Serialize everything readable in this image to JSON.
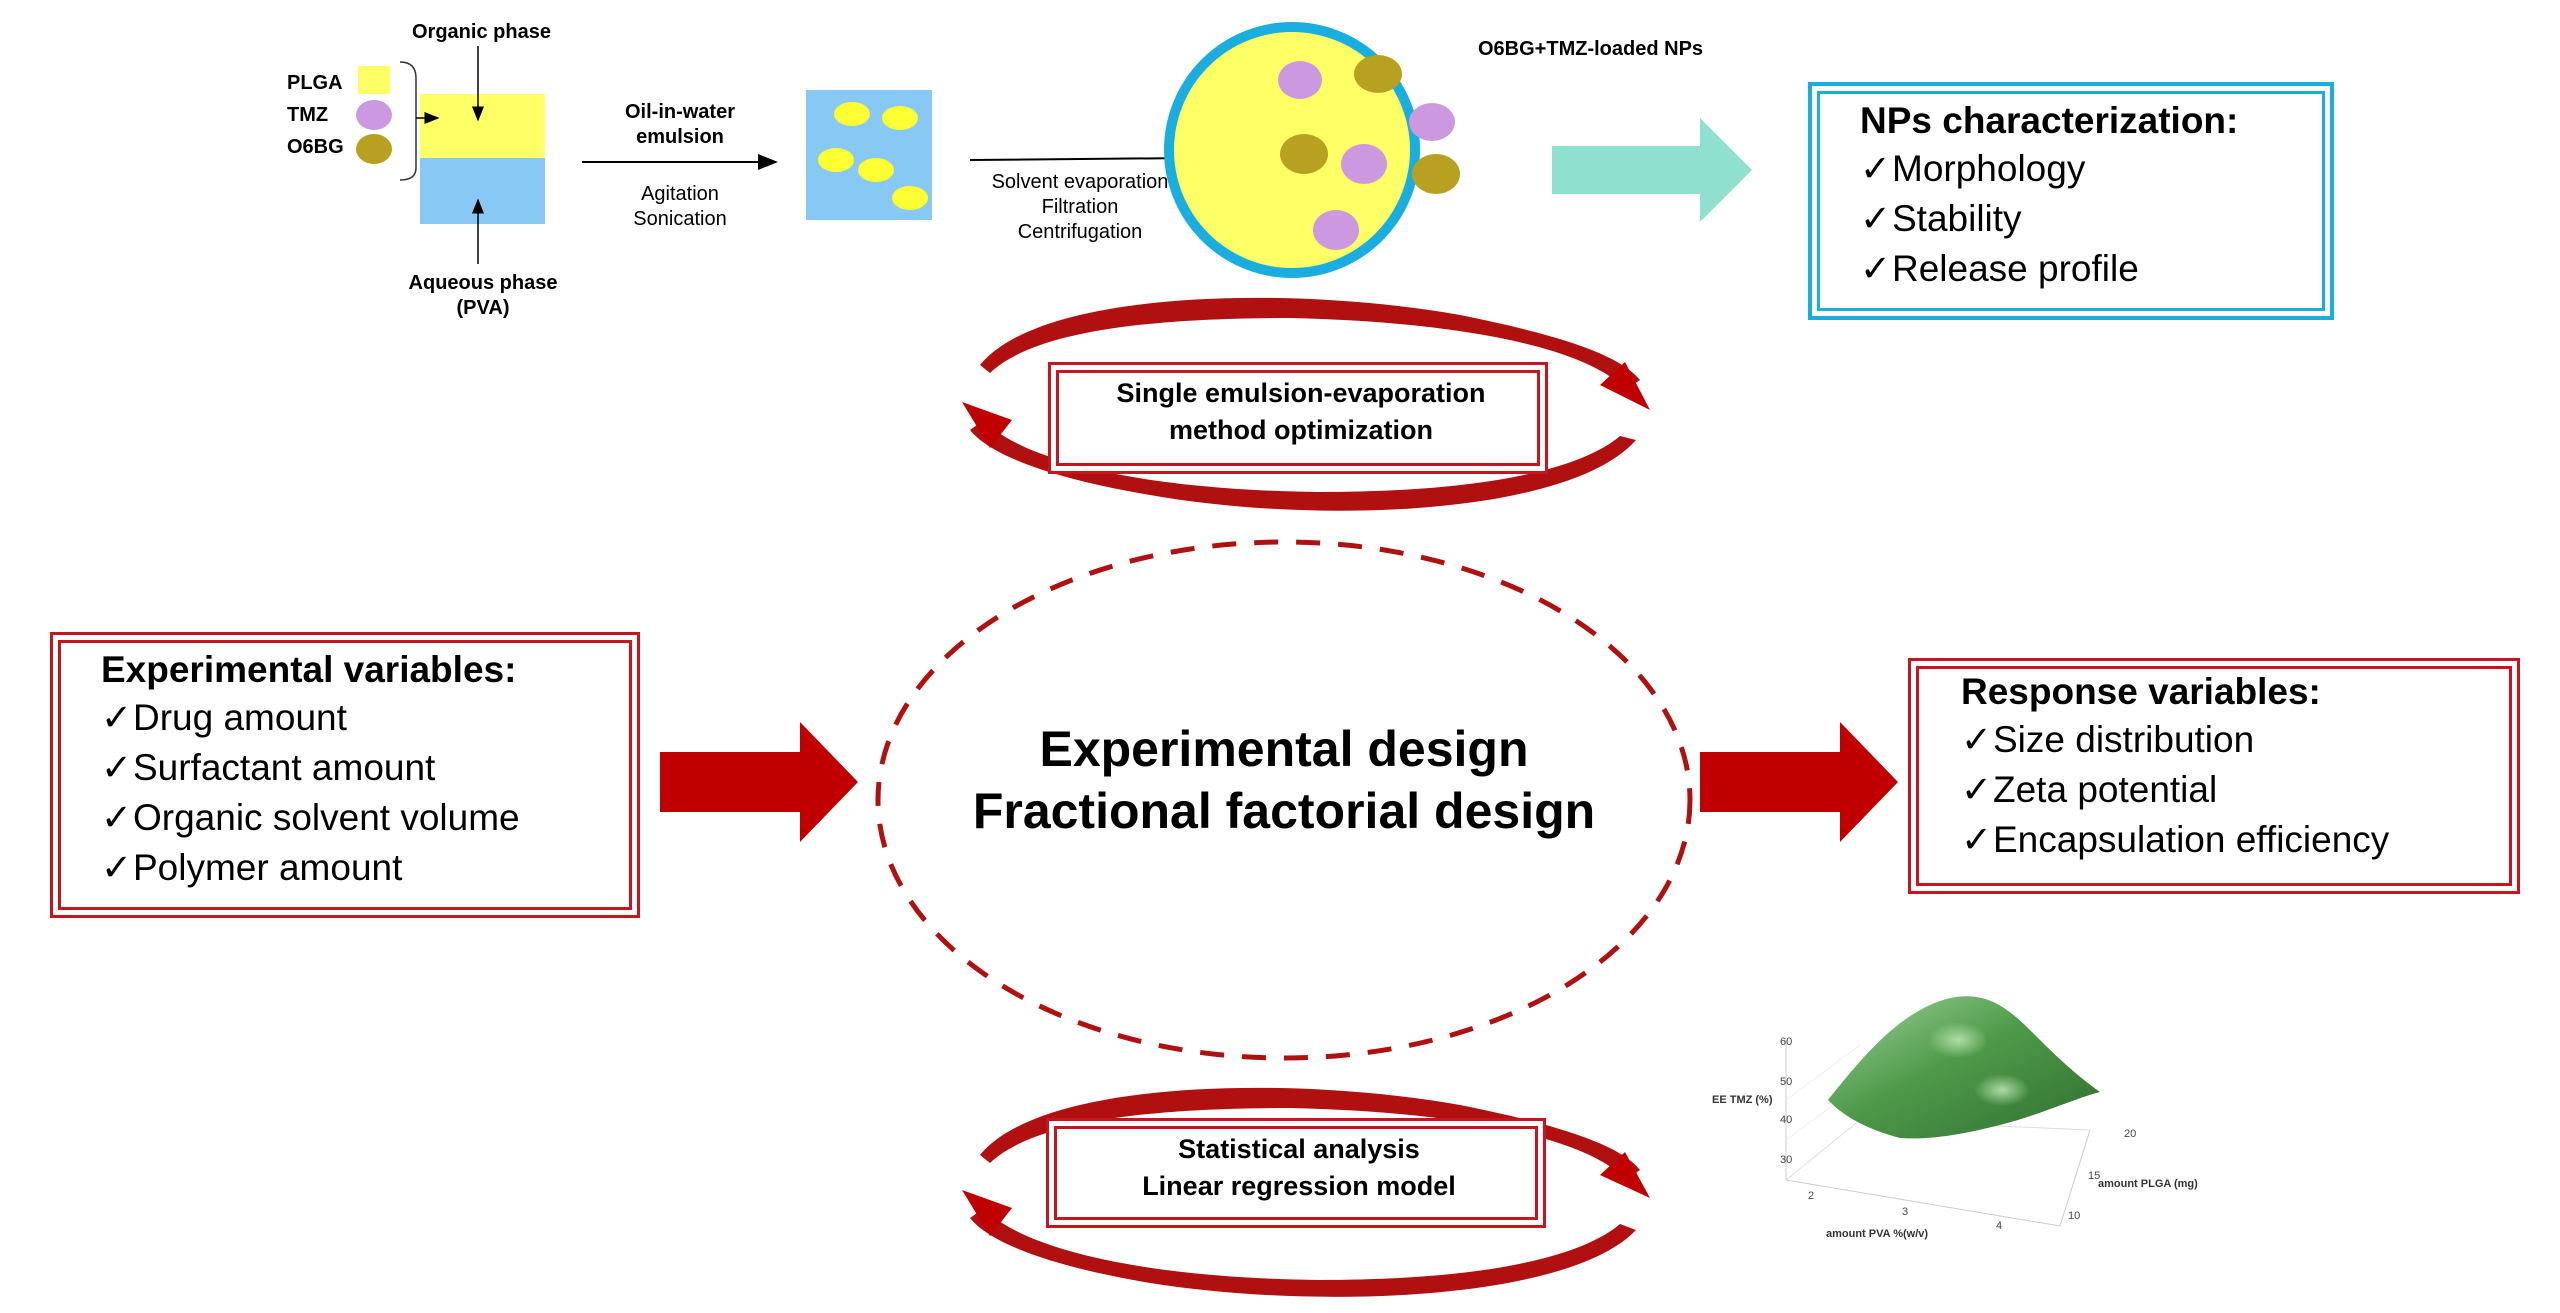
{
  "process": {
    "organic_phase": "Organic phase",
    "aqueous_phase_line1": "Aqueous phase",
    "aqueous_phase_line2": "(PVA)",
    "legend": [
      "PLGA",
      "TMZ",
      "O6BG"
    ],
    "oil_in_water_line1": "Oil-in-water",
    "oil_in_water_line2": "emulsion",
    "agitation": "Agitation",
    "sonication": "Sonication",
    "solvent_evaporation": "Solvent evaporation",
    "filtration": "Filtration",
    "centrifugation": "Centrifugation",
    "nps_label": "O6BG+TMZ-loaded NPs"
  },
  "characterization": {
    "title": "NPs characterization:",
    "items": [
      "Morphology",
      "Stability",
      "Release profile"
    ]
  },
  "optimization": {
    "line1": "Single emulsion-evaporation",
    "line2": "method optimization"
  },
  "experimental_variables": {
    "title": "Experimental variables:",
    "items": [
      "Drug amount",
      "Surfactant amount",
      "Organic solvent volume",
      "Polymer amount"
    ]
  },
  "center": {
    "line1": "Experimental design",
    "line2": "Fractional factorial design"
  },
  "response_variables": {
    "title": "Response variables:",
    "items": [
      "Size distribution",
      "Zeta potential",
      "Encapsulation efficiency"
    ]
  },
  "statistics": {
    "line1": "Statistical analysis",
    "line2": "Linear regression model"
  },
  "surface_plot": {
    "z_label": "EE TMZ (%)",
    "y_label": "amount PLGA (mg)",
    "x_label": "amount PVA %(w/v)",
    "z_ticks": [
      "60",
      "50",
      "40",
      "30"
    ],
    "x_ticks": [
      "2",
      "3",
      "4"
    ],
    "y_ticks": [
      "20",
      "15",
      "10"
    ]
  },
  "colors": {
    "plga": "#ffff66",
    "tmz": "#cc99e0",
    "o6bg": "#b8a020",
    "aqueous": "#88c8f4",
    "red": "#c00000",
    "blue": "#1aaee0",
    "teal": "#90e0d0"
  },
  "check": "✓"
}
